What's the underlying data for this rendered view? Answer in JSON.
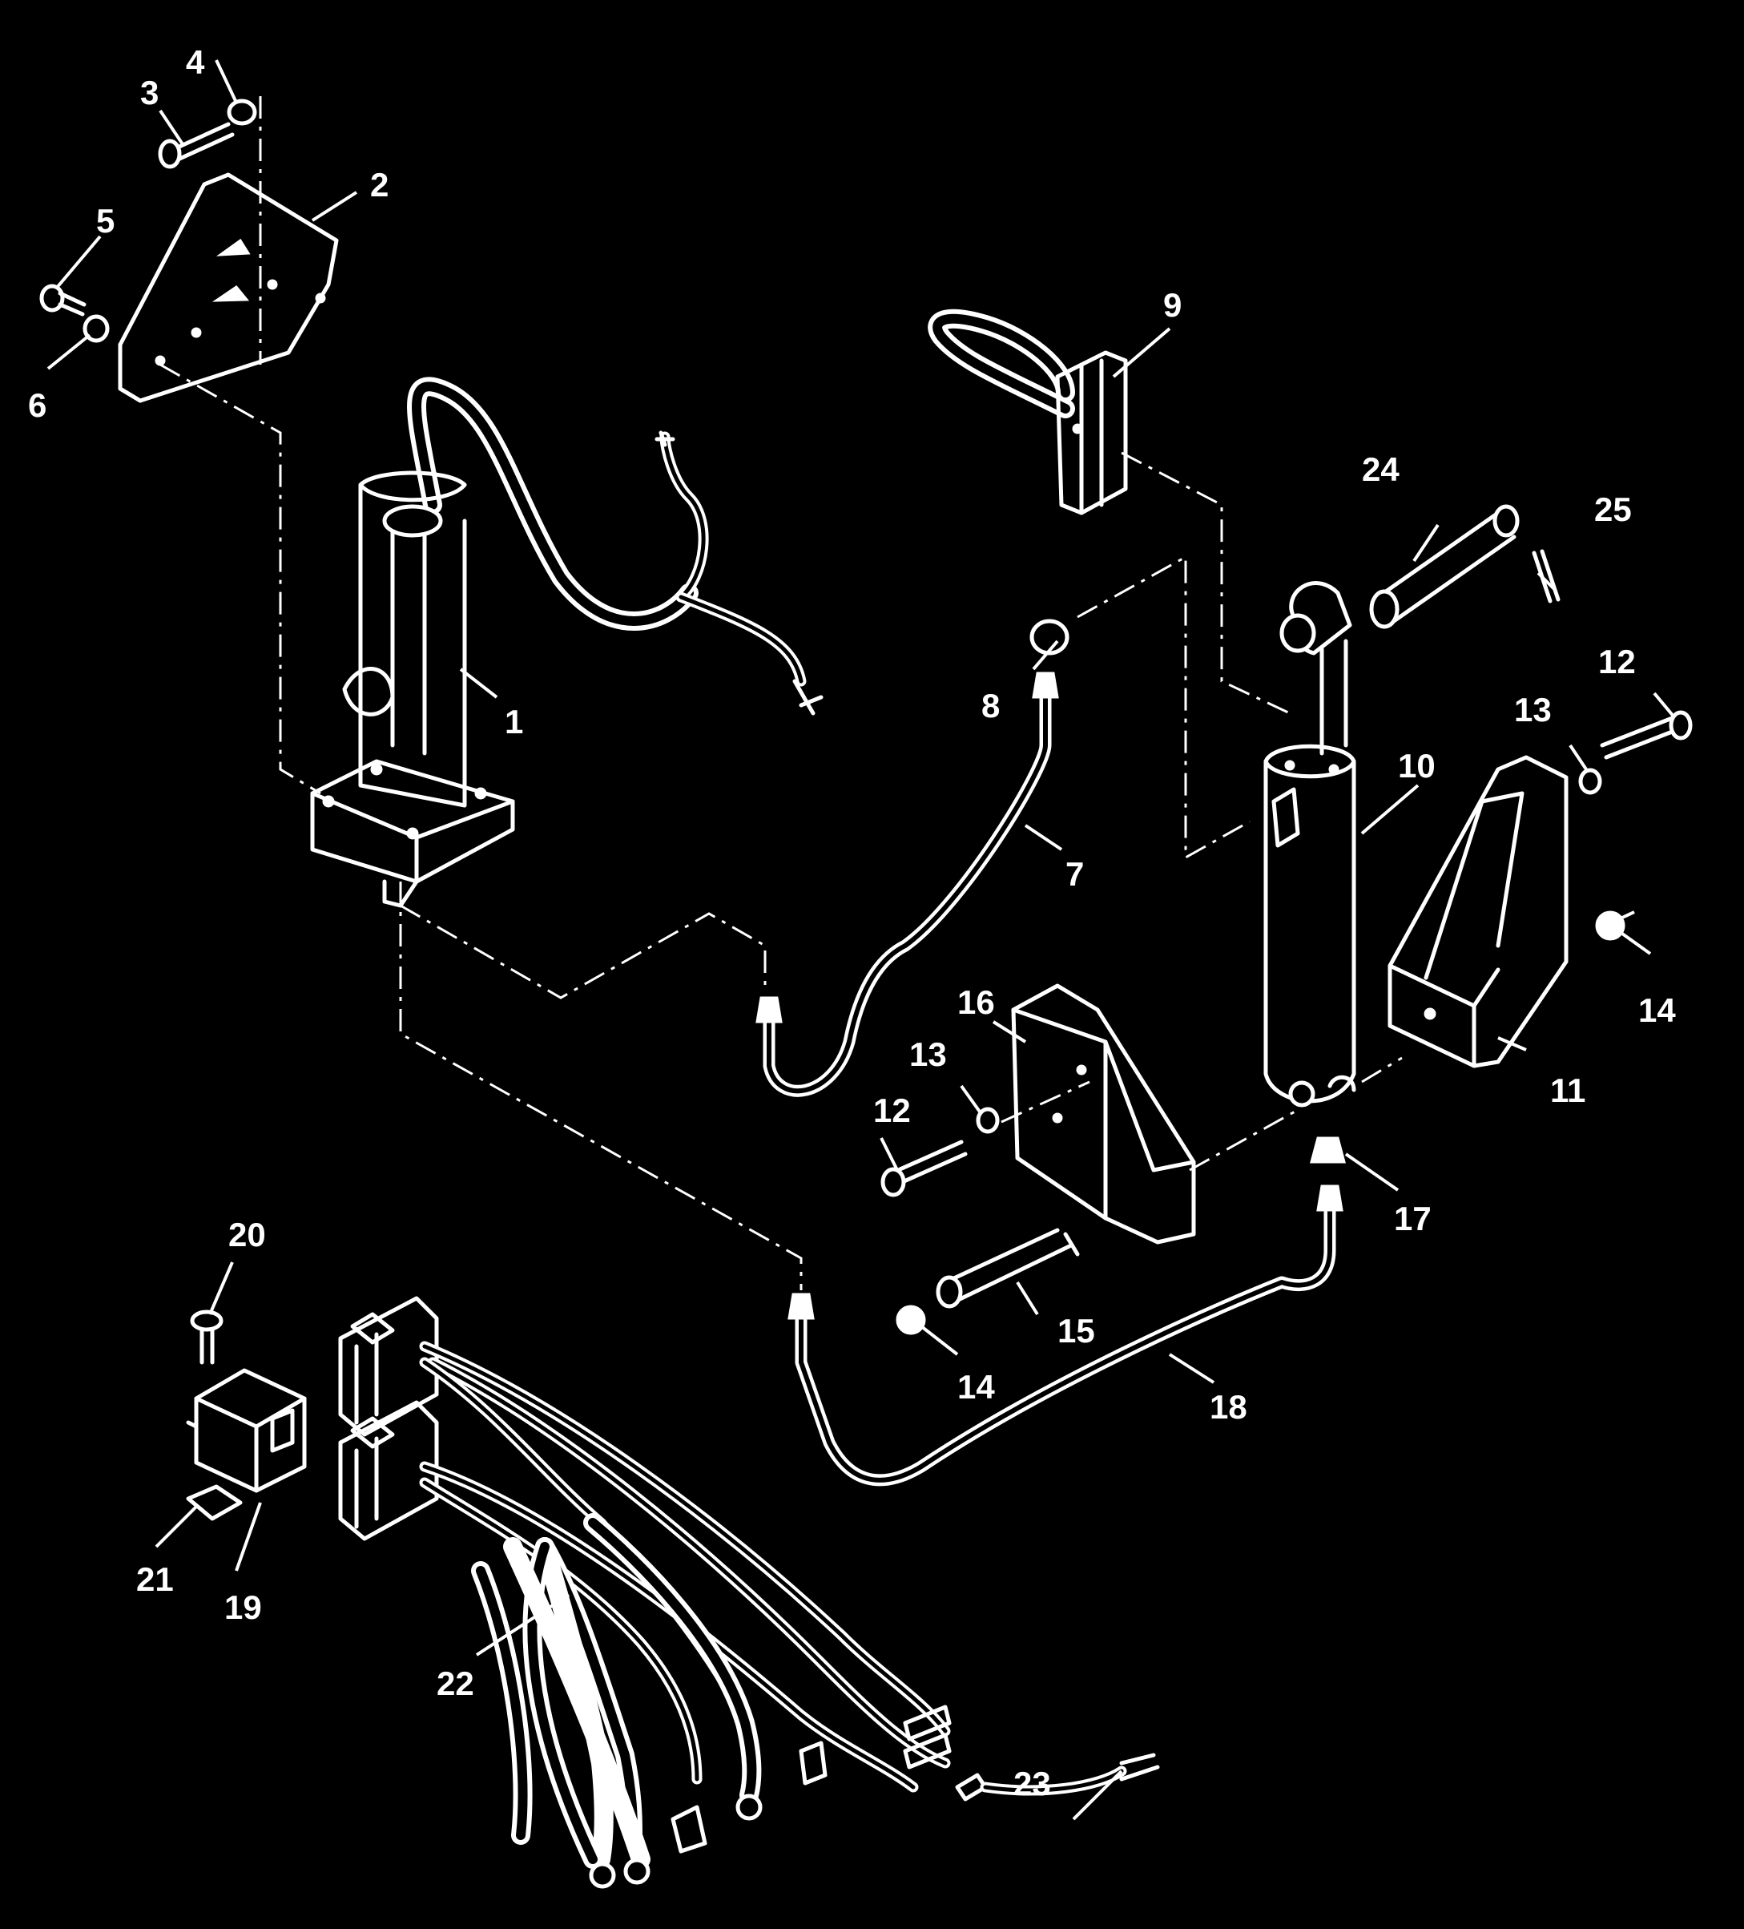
{
  "diagram": {
    "background": "#000000",
    "foreground": "#ffffff",
    "callouts": {
      "c1": "1",
      "c2": "2",
      "c3": "3",
      "c4": "4",
      "c5": "5",
      "c6": "6",
      "c7": "7",
      "c8": "8",
      "c9": "9",
      "c10": "10",
      "c11": "11",
      "c12a": "12",
      "c12b": "12",
      "c13a": "13",
      "c13b": "13",
      "c14a": "14",
      "c14b": "14",
      "c15": "15",
      "c16": "16",
      "c17": "17",
      "c18": "18",
      "c19": "19",
      "c20": "20",
      "c21": "21",
      "c22": "22",
      "c23": "23",
      "c24": "24",
      "c25": "25"
    }
  }
}
